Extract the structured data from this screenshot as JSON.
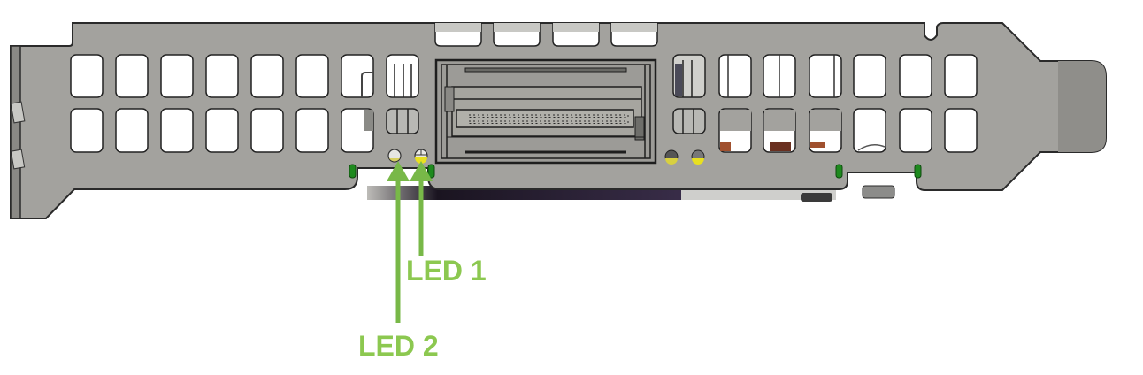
{
  "diagram": {
    "subject": "PCIe full-height bracket with network cage",
    "colors": {
      "bracket": "#a3a29e",
      "bracket_dark": "#8f8e8a",
      "outline": "#2a2a2a",
      "vent_hole": "#ffffff",
      "cage": "#9c9b97",
      "tab_green": "#1e8a1e",
      "led_yellow": "#e8e020",
      "arrow_green": "#78b848",
      "label_green": "#8cc850",
      "pcb_shadow": "#2a2238",
      "component_orange": "#a0502e"
    },
    "callouts": [
      {
        "id": "led1",
        "label": "LED 1"
      },
      {
        "id": "led2",
        "label": "LED 2"
      }
    ]
  }
}
